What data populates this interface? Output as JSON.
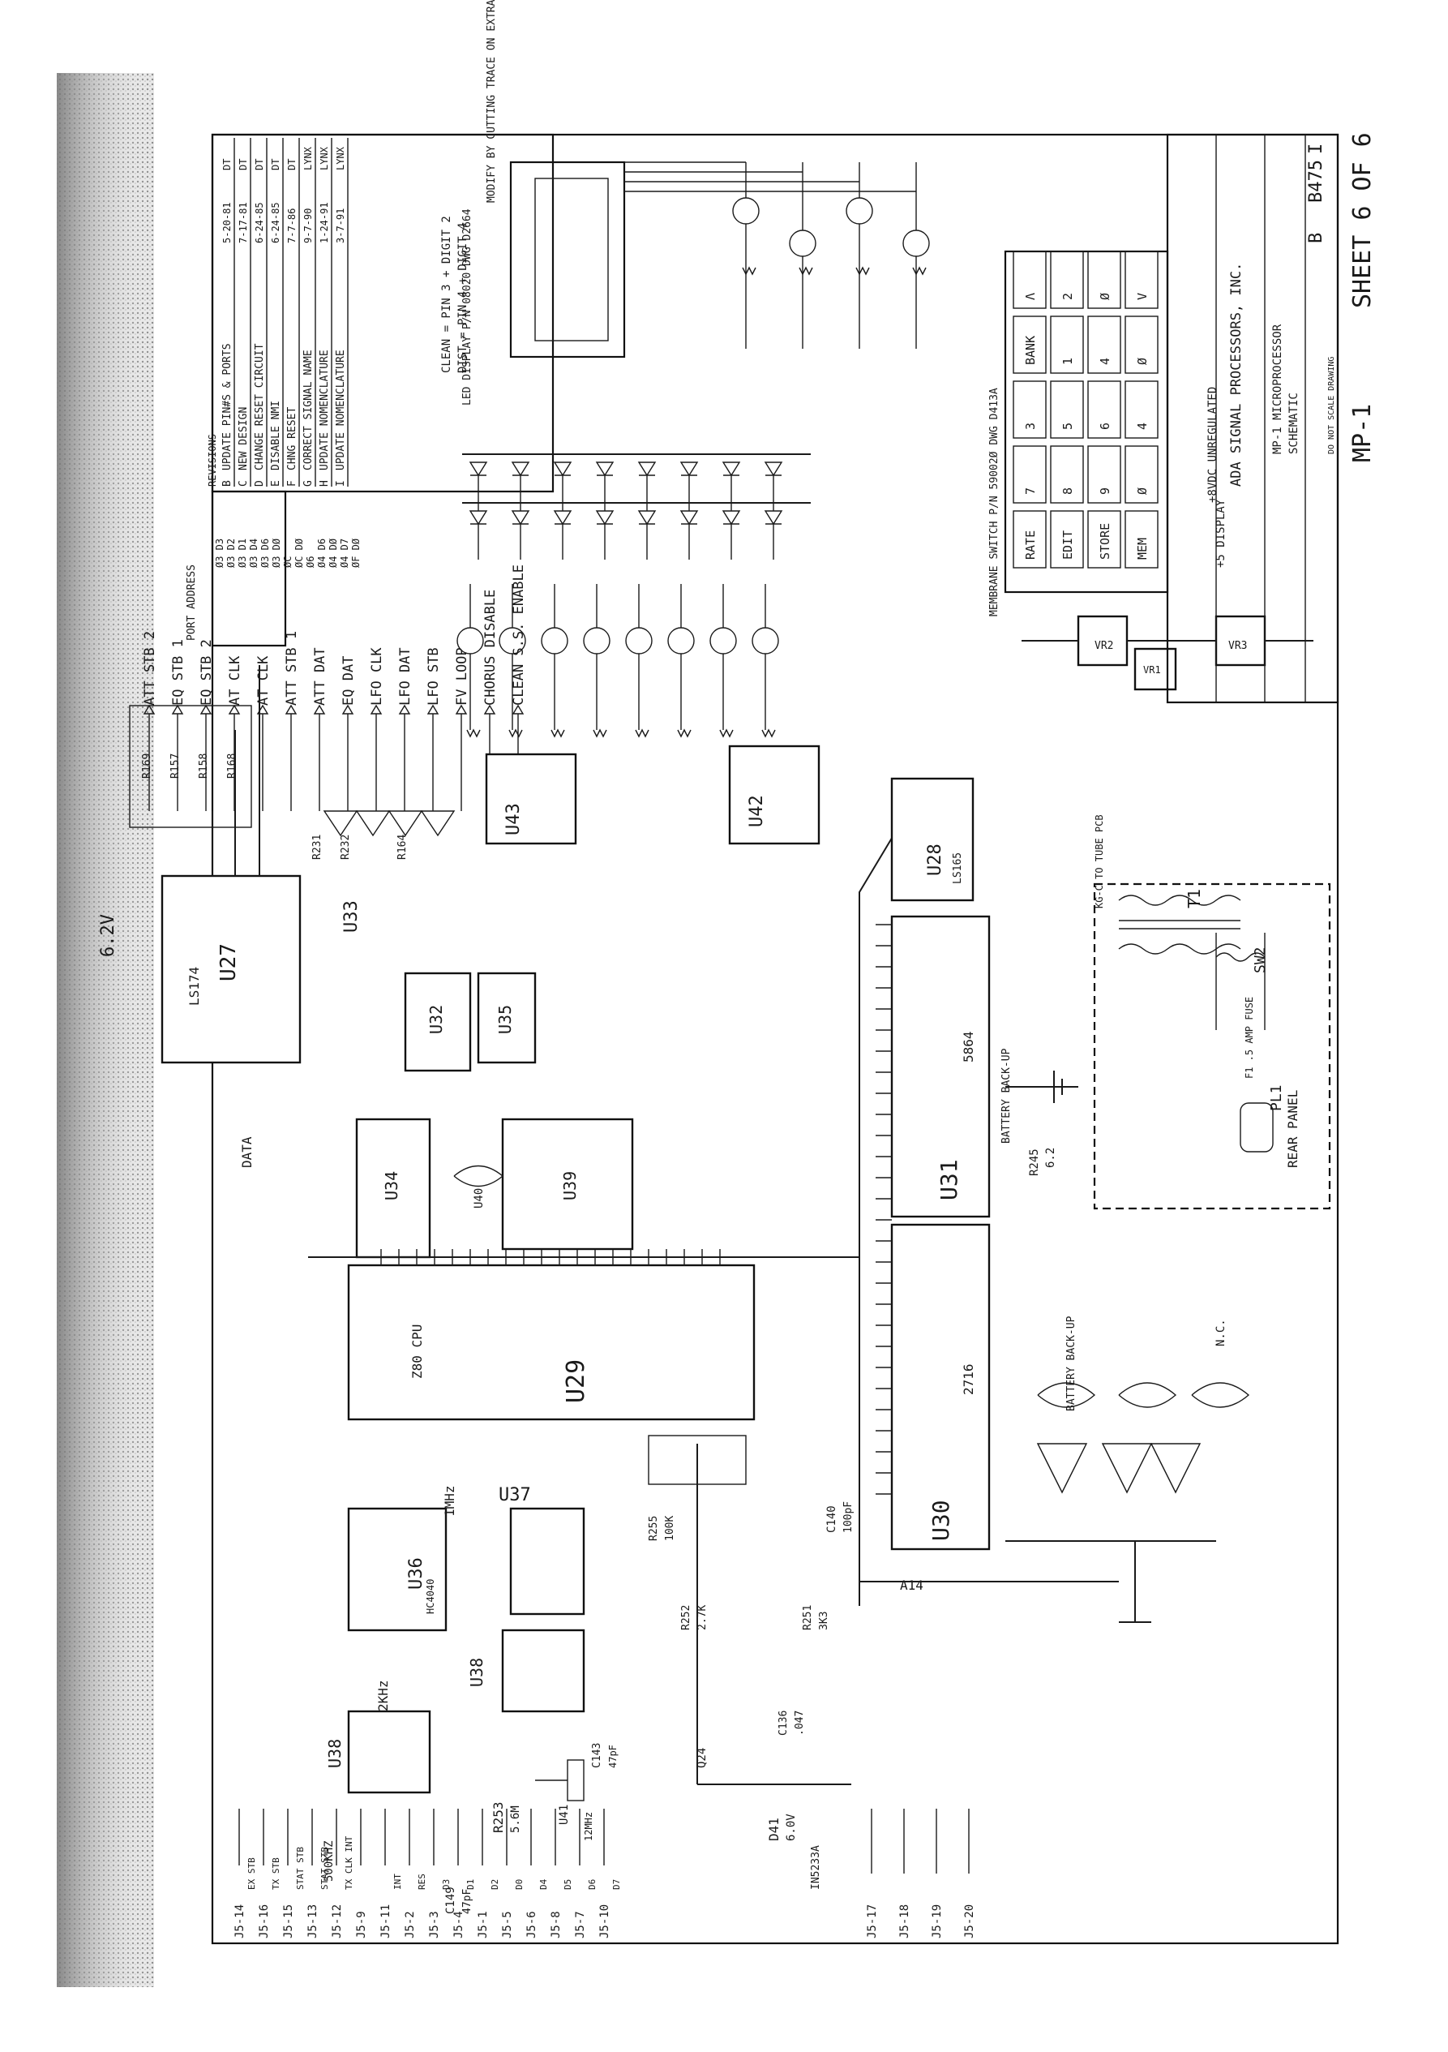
{
  "title_block": {
    "company": "ADA SIGNAL PROCESSORS, INC.",
    "title_line1": "MP-1 MICROPROCESSOR",
    "title_line2": "SCHEMATIC",
    "size": "B",
    "dwg_no": "B475",
    "rev": "I",
    "do_not_scale": "DO NOT SCALE DRAWING"
  },
  "sheet_label": "SHEET 6 OF 6",
  "model_label": "MP-1",
  "revisions": [
    {
      "ltr": "B",
      "desc": "UPDATE PIN#S & PORTS",
      "date": "5-20-81",
      "by": "DT"
    },
    {
      "ltr": "C",
      "desc": "NEW DESIGN",
      "date": "7-17-81",
      "by": "DT"
    },
    {
      "ltr": "D",
      "desc": "CHANGE RESET CIRCUIT",
      "date": "6-24-85",
      "by": "DT"
    },
    {
      "ltr": "E",
      "desc": "DISABLE NMI",
      "date": "6-24-85",
      "by": "DT"
    },
    {
      "ltr": "F",
      "desc": "CHNG RESET",
      "date": "7-7-86",
      "by": "DT"
    },
    {
      "ltr": "G",
      "desc": "CORRECT SIGNAL NAME",
      "date": "9-7-90",
      "by": "LYNX"
    },
    {
      "ltr": "H",
      "desc": "UPDATE NOMENCLATURE",
      "date": "1-24-91",
      "by": "LYNX"
    },
    {
      "ltr": "I",
      "desc": "UPDATE NOMENCLATURE",
      "date": "3-7-91",
      "by": "LYNX"
    }
  ],
  "port_address": {
    "header": "PORT ADDRESS",
    "rows": [
      "Ø3 D3",
      "Ø3 D2",
      "Ø3 D1",
      "Ø3 D4",
      "Ø3 D6",
      "Ø3 DØ",
      "ØC",
      "ØC DØ",
      "Ø6",
      "Ø4 D6",
      "Ø4 DØ",
      "Ø4 D7",
      "ØF DØ"
    ]
  },
  "signals": [
    "ATT STB 2",
    "EQ STB 1",
    "EQ STB 2",
    "AT CLK",
    "AT CLK",
    "ATT STB 1",
    "ATT DAT",
    "EQ DAT",
    "LFO CLK",
    "LFO DAT",
    "LFO STB",
    "FV LOOP",
    "CHORUS DISABLE",
    "CLEAN S.S. ENABLE"
  ],
  "notes": {
    "modify": "MODIFY BY CUTTING TRACE ON EXTRA LED.",
    "clean": "CLEAN = PIN 3 + DIGIT 2",
    "dist": "DIST = PIN 4 + DIGIT 4",
    "led_display": "LED DISPLAY P/N 08020 DWG D2664",
    "membrane": "MEMBRANE SWITCH P/N 59002Ø DWG D413A",
    "unregulated": "+8VDC UNREGULATED",
    "display_supply": "+5 DISPLAY",
    "rear_panel": "REAR PANEL",
    "fuse": "F1 .5 AMP FUSE",
    "kg_c": "KG-C TO TUBE PCB",
    "battery1": "BATTERY BACK-UP",
    "battery2": "BATTERY BACK-UP",
    "nc": "N.C."
  },
  "chips": {
    "u27": "U27",
    "u27_type": "LS174",
    "u29": "U29",
    "u29_type": "Z80 CPU",
    "u30": "U30",
    "u30_type": "2716",
    "u31": "U31",
    "u31_type": "5864",
    "u28": "U28",
    "u28_type": "LS165",
    "u42": "U42",
    "u43": "U43",
    "u33": "U33",
    "u32": "U32",
    "u35": "U35",
    "u34": "U34",
    "u39": "U39",
    "u40": "U40",
    "u36": "U36",
    "u36_type": "HC4040",
    "u37": "U37",
    "u38a": "U38",
    "u38b": "U38",
    "u41": "U41",
    "vr2": "VR2",
    "vr3": "VR3",
    "vr1": "VR1"
  },
  "keys": [
    [
      "RATE",
      "7",
      "3",
      "BANK",
      "Λ"
    ],
    [
      "EDIT",
      "8",
      "5",
      "1",
      "2"
    ],
    [
      "STORE",
      "9",
      "6",
      "4",
      "Ø"
    ],
    [
      "MEM",
      "Ø",
      "4",
      "Ø",
      "V"
    ]
  ],
  "connectors": {
    "left": [
      "J5-14",
      "J5-16",
      "J5-15",
      "J5-13",
      "J5-12",
      "J5-9",
      "J5-11",
      "J5-2",
      "J5-3",
      "J5-4",
      "J5-1",
      "J5-5",
      "J5-6",
      "J5-8",
      "J5-7",
      "J5-10"
    ],
    "left_signals": [
      "EX STB",
      "TX STB",
      "STAT STB",
      "STAT STB",
      "TX CLK INT",
      "",
      "INT",
      "RES",
      "D3",
      "D1",
      "D2",
      "D0",
      "D4",
      "D5",
      "D6",
      "D7"
    ],
    "bottom": [
      "J5-17",
      "J5-18",
      "J5-19",
      "J5-20"
    ],
    "clk_out": "500KHZ",
    "clk_1mhz": "1MHz",
    "clk_2khz": "2KHz"
  },
  "components": {
    "r253": "R253",
    "r253v": "5.6M",
    "c149": "C149",
    "c149v": "47pF",
    "c143": "C143",
    "c143v": "47pF",
    "xtal": "12MHz",
    "c140": "C140",
    "c140v": "100pF",
    "r251": "R251",
    "r251v": "3K3",
    "r255": "R255",
    "r255v": "100K",
    "r252": "R252",
    "r252v": "2.7K",
    "d41": "D41",
    "d41v": "6.0V",
    "d41p": "IN5233A",
    "r245": "R245",
    "r245v": "6.2",
    "c136": "C136",
    "c136v": ".047",
    "q24": "Q24",
    "v62": "6.2V",
    "t1": "T1",
    "sw2": "SW2",
    "pl1": "PL1",
    "r157": "R157",
    "r158": "R158",
    "r168": "R168",
    "r169": "R169",
    "r231": "R231",
    "r232": "R232",
    "r164": "R164"
  }
}
